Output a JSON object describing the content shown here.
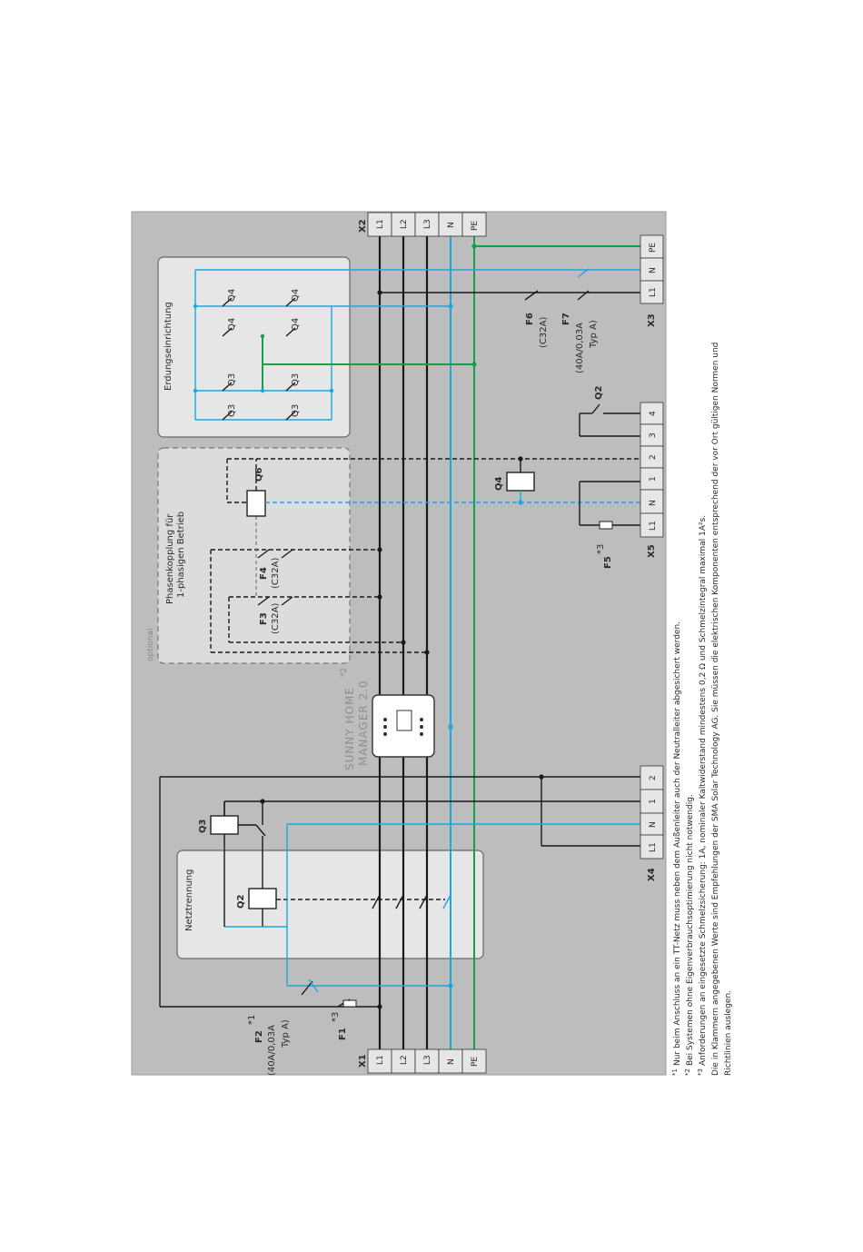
{
  "terminals": {
    "x1": {
      "name": "X1",
      "pins": [
        "L1",
        "L2",
        "L3",
        "N",
        "PE"
      ]
    },
    "x2": {
      "name": "X2",
      "pins": [
        "L1",
        "L2",
        "L3",
        "N",
        "PE"
      ]
    },
    "x3": {
      "name": "X3",
      "pins": [
        "L1",
        "N",
        "PE"
      ]
    },
    "x4": {
      "name": "X4",
      "pins": [
        "L1",
        "N",
        "1",
        "2"
      ]
    },
    "x5": {
      "name": "X5",
      "pins": [
        "L1",
        "N",
        "1",
        "2",
        "3",
        "4"
      ]
    }
  },
  "components": {
    "f1": "F1",
    "f1_note": "*3",
    "f2": "F2",
    "f2_note": "*1",
    "f2_rating": "(40A/0,03A",
    "f2_type": "Typ A)",
    "q2": "Q2",
    "q3": "Q3",
    "q4": "Q4",
    "q6": "Q6",
    "f3": "F3",
    "f3_rating": "(C32A)",
    "f4": "F4",
    "f4_rating": "(C32A)",
    "f5": "F5",
    "f5_note": "*3",
    "f6": "F6",
    "f6_rating": "(C32A)",
    "f7": "F7",
    "f7_rating": "(40A/0,03A",
    "f7_type": "Typ A)"
  },
  "groups": {
    "netztrennung": "Netztrennung",
    "erdung": "Erdungseinrichtung",
    "phasen_line1": "Phasenkopplung für",
    "phasen_line2": "1-phasigen Betrieb",
    "optional": "optional"
  },
  "manager": {
    "line1": "SUNNY HOME",
    "line2": "MANAGER 2.0",
    "note": "*2"
  },
  "footnotes": [
    {
      "mark": "*1",
      "text": "Nur beim Anschluss an ein TT-Netz muss neben dem Außenleiter auch der Neutralleiter abgesichert werden."
    },
    {
      "mark": "*2",
      "text": "Bei Systemen ohne Eigenverbrauchsoptimierung nicht notwendig."
    },
    {
      "mark": "*3",
      "text": "Anforderungen an eingesetzte Schmelzsicherung: 1A, nominaler Kaltwiderstand mindestens 0,2 Ω und Schmelzintegral maximal 1A²s."
    },
    {
      "mark": "",
      "text": "Die in Klammern angegebenen Werte sind Empfehlungen der SMA Solar Technology AG. Sie müssen die elektrischen Komponenten entsprechend der vor Ort gültigen Normen und"
    },
    {
      "mark": "",
      "text": "Richtlinien auslegen."
    }
  ],
  "colors": {
    "phase": "#1a1a1a",
    "neutral": "#1aa7e0",
    "earth": "#14a04a",
    "background": "#bdbdbd"
  }
}
